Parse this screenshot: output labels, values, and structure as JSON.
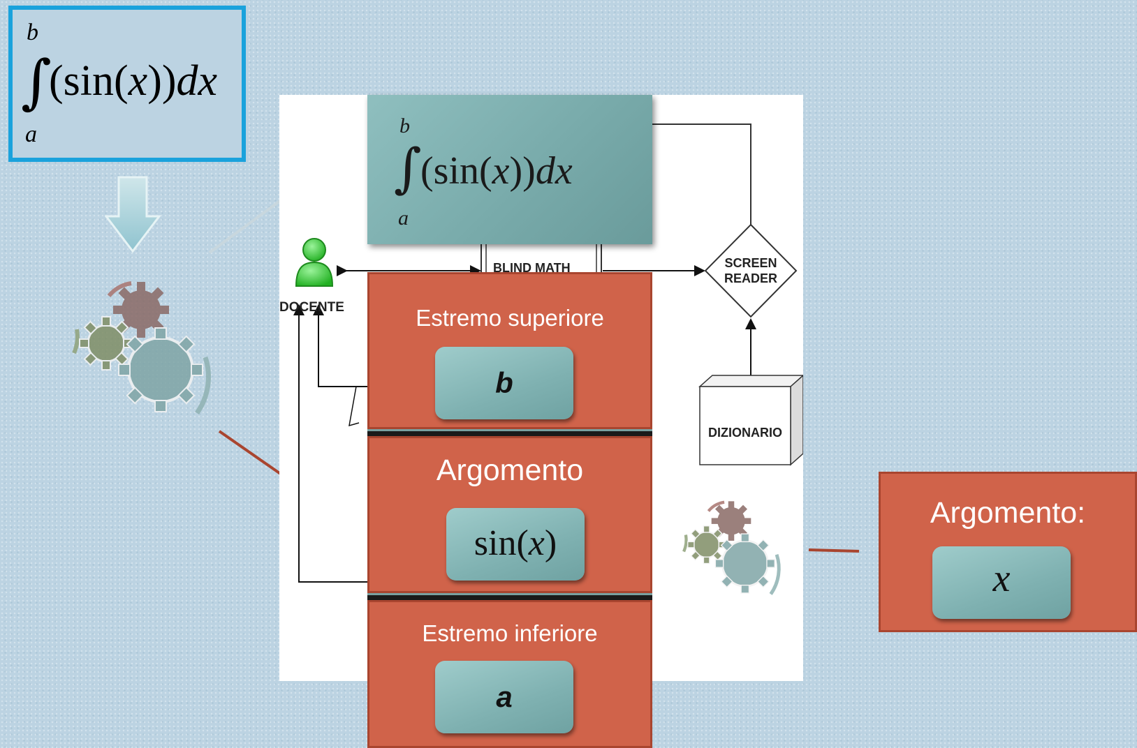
{
  "top_formula": {
    "upper": "b",
    "lower": "a",
    "integral_sign": "∫",
    "lparen": "(",
    "func": "sin(",
    "var": "x",
    "rparen": "))",
    "d": "dx"
  },
  "diagram": {
    "docente_label": "DOCENTE",
    "blind_math_label": "BLIND MATH",
    "screen_reader_line1": "SCREEN",
    "screen_reader_line2": "READER",
    "dizionario_label": "DIZIONARIO"
  },
  "teal_formula": {
    "upper": "b",
    "lower": "a",
    "integral_sign": "∫",
    "lparen": "(",
    "func": "sin(",
    "var": "x",
    "rparen": "))",
    "d": "dx"
  },
  "sections": {
    "upper": {
      "label": "Estremo superiore",
      "value": "b"
    },
    "argument": {
      "label": "Argomento",
      "func": "sin(",
      "var": "x",
      "close": ")"
    },
    "lower": {
      "label": "Estremo inferiore",
      "value": "a"
    }
  },
  "argument_box": {
    "label": "Argomento:",
    "value": "x"
  },
  "colors": {
    "background": "#bcd3e2",
    "accent_blue": "#1aa2dc",
    "orange": "#d0634a",
    "teal": "#7fb1b1",
    "docente_green": "#3bd43b"
  },
  "icons": [
    "down-arrow-icon",
    "gears-icon",
    "user-icon"
  ]
}
